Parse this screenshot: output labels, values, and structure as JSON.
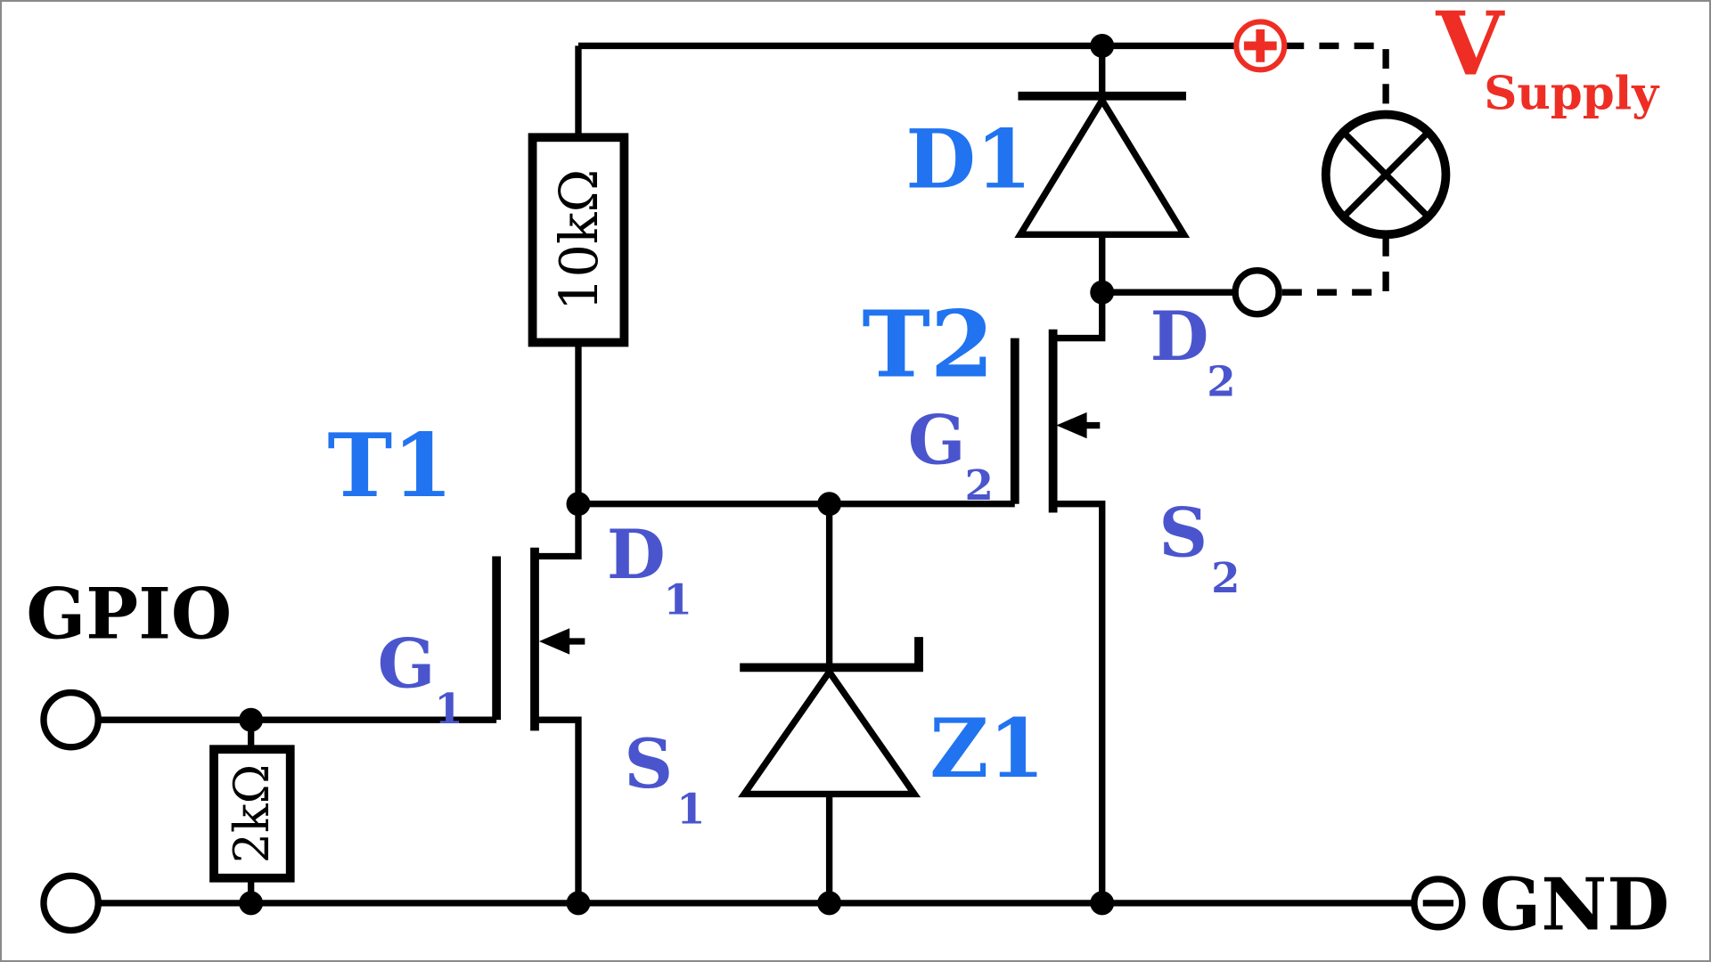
{
  "colors": {
    "wire": "#000000",
    "component_label": "#2173f0",
    "pin_label": "#4a55cd",
    "supply_red": "#ee2e24"
  },
  "terminals": {
    "gpio": "GPIO",
    "gnd": "GND",
    "vsupply_main": "V",
    "vsupply_sub": "Supply"
  },
  "components": {
    "r1": "10kΩ",
    "r2": "2kΩ",
    "t1": "T1",
    "t2": "T2",
    "d1": "D1",
    "z1": "Z1"
  },
  "pins": {
    "t1_gate": "G",
    "t1_gate_sub": "1",
    "t1_drain": "D",
    "t1_drain_sub": "1",
    "t1_source": "S",
    "t1_source_sub": "1",
    "t2_gate": "G",
    "t2_gate_sub": "2",
    "t2_drain": "D",
    "t2_drain_sub": "2",
    "t2_source": "S",
    "t2_source_sub": "2"
  }
}
